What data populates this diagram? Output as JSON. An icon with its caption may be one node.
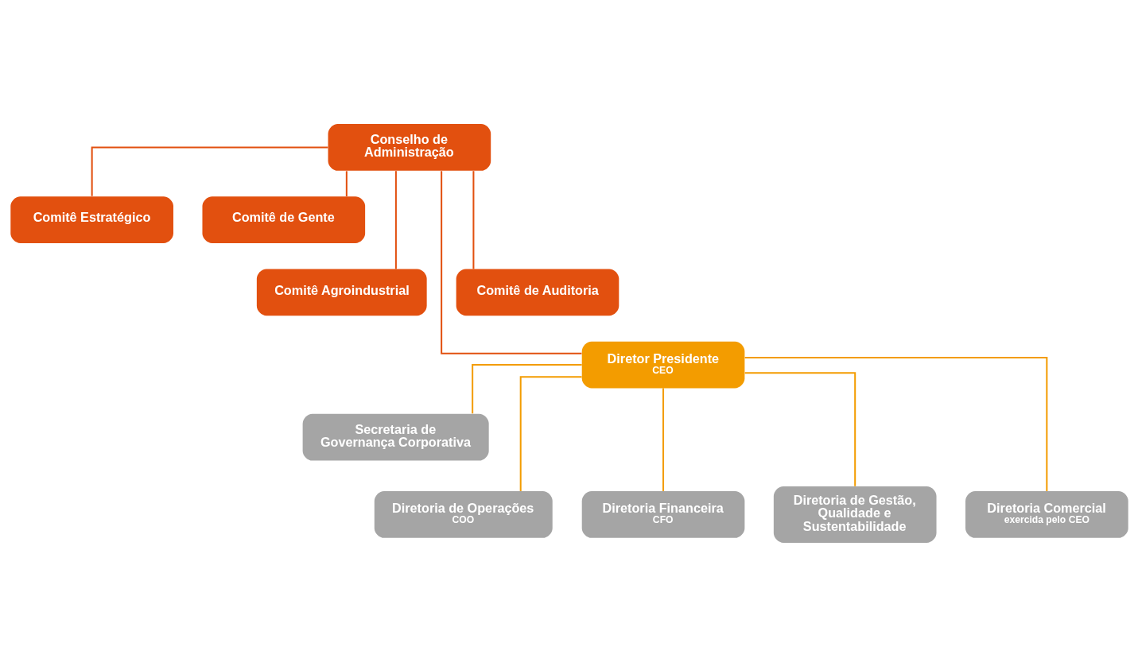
{
  "diagram": {
    "nodes": [
      {
        "text": [
          "Conselho de Administração"
        ]
      },
      {
        "text": [
          "Comitê Estratégico"
        ]
      },
      {
        "text": [
          "Comitê de Gente"
        ]
      },
      {
        "text": [
          "Comitê Agroindustrial"
        ]
      },
      {
        "text": [
          "Comitê de Auditoria"
        ]
      },
      {
        "text": [
          "Diretor Presidente",
          "CEO"
        ]
      },
      {
        "text": [
          "Secretaria de Governança Corporativa"
        ]
      },
      {
        "text": [
          "Diretoria de Operações",
          "COO"
        ]
      },
      {
        "text": [
          "Diretoria Financeira",
          "CFO"
        ]
      },
      {
        "text": [
          "Diretoria de Gestão, Qualidade e Sustentabilidade"
        ]
      },
      {
        "text": [
          "Diretoria Comercial",
          "exercida pelo CEO"
        ]
      }
    ],
    "edges": [
      {
        "from": 0,
        "to": 1,
        "arrow": "none",
        "color": "#e2500f"
      },
      {
        "from": 0,
        "to": 2,
        "arrow": "none",
        "color": "#e2500f"
      },
      {
        "from": 0,
        "to": 3,
        "arrow": "none",
        "color": "#e2500f"
      },
      {
        "from": 0,
        "to": 4,
        "arrow": "none",
        "color": "#e2500f"
      },
      {
        "from": 0,
        "to": 5,
        "arrow": "none",
        "color": "#e2500f"
      },
      {
        "from": 5,
        "to": 6,
        "arrow": "none"
      },
      {
        "from": 5,
        "to": 7,
        "arrow": "none"
      },
      {
        "from": 5,
        "to": 8,
        "arrow": "none"
      },
      {
        "from": 5,
        "to": 9,
        "arrow": "none"
      },
      {
        "from": 5,
        "to": 10,
        "arrow": "none"
      }
    ]
  }
}
